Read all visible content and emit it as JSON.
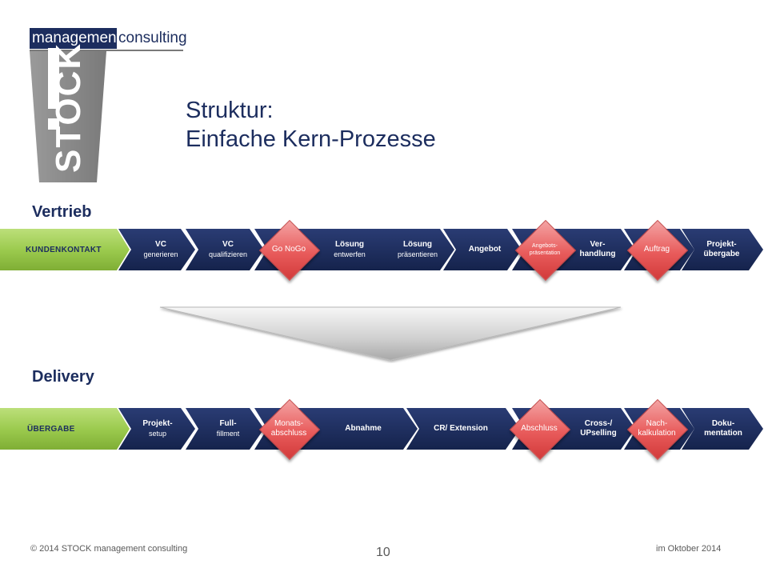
{
  "logo": {
    "left_text": "management",
    "right_text": "consulting",
    "word": "STOCK",
    "excl": "!"
  },
  "title": {
    "line1": "Struktur:",
    "line2": "Einfache Kern-Prozesse"
  },
  "vertrieb": {
    "label": "Vertrieb",
    "start": "KUNDENKONTAKT",
    "steps": [
      {
        "l1": "VC",
        "l2": "generieren"
      },
      {
        "l1": "VC",
        "l2": "qualifizieren"
      },
      {
        "l1": "Lösung",
        "l2": "entwerfen"
      },
      {
        "l1": "Lösung",
        "l2": "präsentieren"
      },
      {
        "l1": "Angebot",
        "l2": ""
      },
      {
        "l1": "Ver-",
        "l2": "handlung"
      },
      {
        "l1": "Projekt-",
        "l2": "übergabe"
      }
    ],
    "gates": [
      "Go NoGo",
      "Angebots-\npräsentation",
      "Auftrag"
    ]
  },
  "delivery": {
    "label": "Delivery",
    "start": "ÜBERGABE",
    "steps": [
      {
        "l1": "Projekt-",
        "l2": "setup"
      },
      {
        "l1": "Full-",
        "l2": "fillment"
      },
      {
        "l1": "Abnahme",
        "l2": ""
      },
      {
        "l1": "CR/ Extension",
        "l2": ""
      },
      {
        "l1": "Cross-/",
        "l2": "UPselling"
      },
      {
        "l1": "Doku-",
        "l2": "mentation"
      }
    ],
    "gates": [
      "Monats-\nabschluss",
      "Abschluss",
      "Nach-\nkalkulation"
    ]
  },
  "footer": {
    "copyright": "© 2014 STOCK management consulting",
    "page": "10",
    "date": "im Oktober 2014"
  },
  "colors": {
    "navy": "#1c2d5e",
    "green": "#8cbf3f",
    "gate_red": "#e85b5b"
  }
}
